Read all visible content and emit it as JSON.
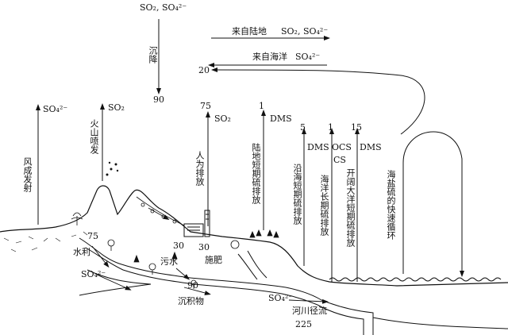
{
  "labels": {
    "top_so2_so4": "SO₂, SO₄²⁻",
    "deposition": "沉降",
    "deposition_value": "90",
    "from_land": "来自陆地",
    "from_land_species": "SO₂, SO₄²⁻",
    "from_ocean": "来自海洋",
    "from_ocean_species": "SO₄²⁻",
    "ocean_return_value": "20",
    "wind_erosion": "风成发射",
    "wind_so4": "SO₄²⁻",
    "volcano": "火山喷发",
    "volcano_so2": "SO₂",
    "human": "人为排放",
    "human_value": "75",
    "human_so2": "SO₂",
    "land_short": "陆地短期硫排放",
    "land_short_value": "1",
    "land_short_dms": "DMS",
    "coast_short": "沿海短期硫排放",
    "coast_value": "5",
    "coast_dms": "DMS",
    "ocean_long": "海洋长期硫排放",
    "ocean_long_value": "1",
    "ocean_long_ocs": "OCS",
    "ocean_long_cs": "CS",
    "open_ocean": "开阔大洋短期硫排放",
    "open_ocean_value": "15",
    "open_ocean_dms": "DMS",
    "sea_salt": "海盐硫的快速循环",
    "irrigation_value": "75",
    "irrigation": "水利",
    "river_so4": "SO₄²⁻",
    "sewage_value": "30",
    "sewage": "污水",
    "fertilizer_value": "30",
    "fertilizer": "施肥",
    "sediment_value": "90",
    "sediment": "沉积物",
    "runoff_so4": "SO₄²⁻",
    "runoff": "河川径流",
    "runoff_value": "225"
  },
  "colors": {
    "ink": "#111111",
    "background": "#ffffff"
  }
}
